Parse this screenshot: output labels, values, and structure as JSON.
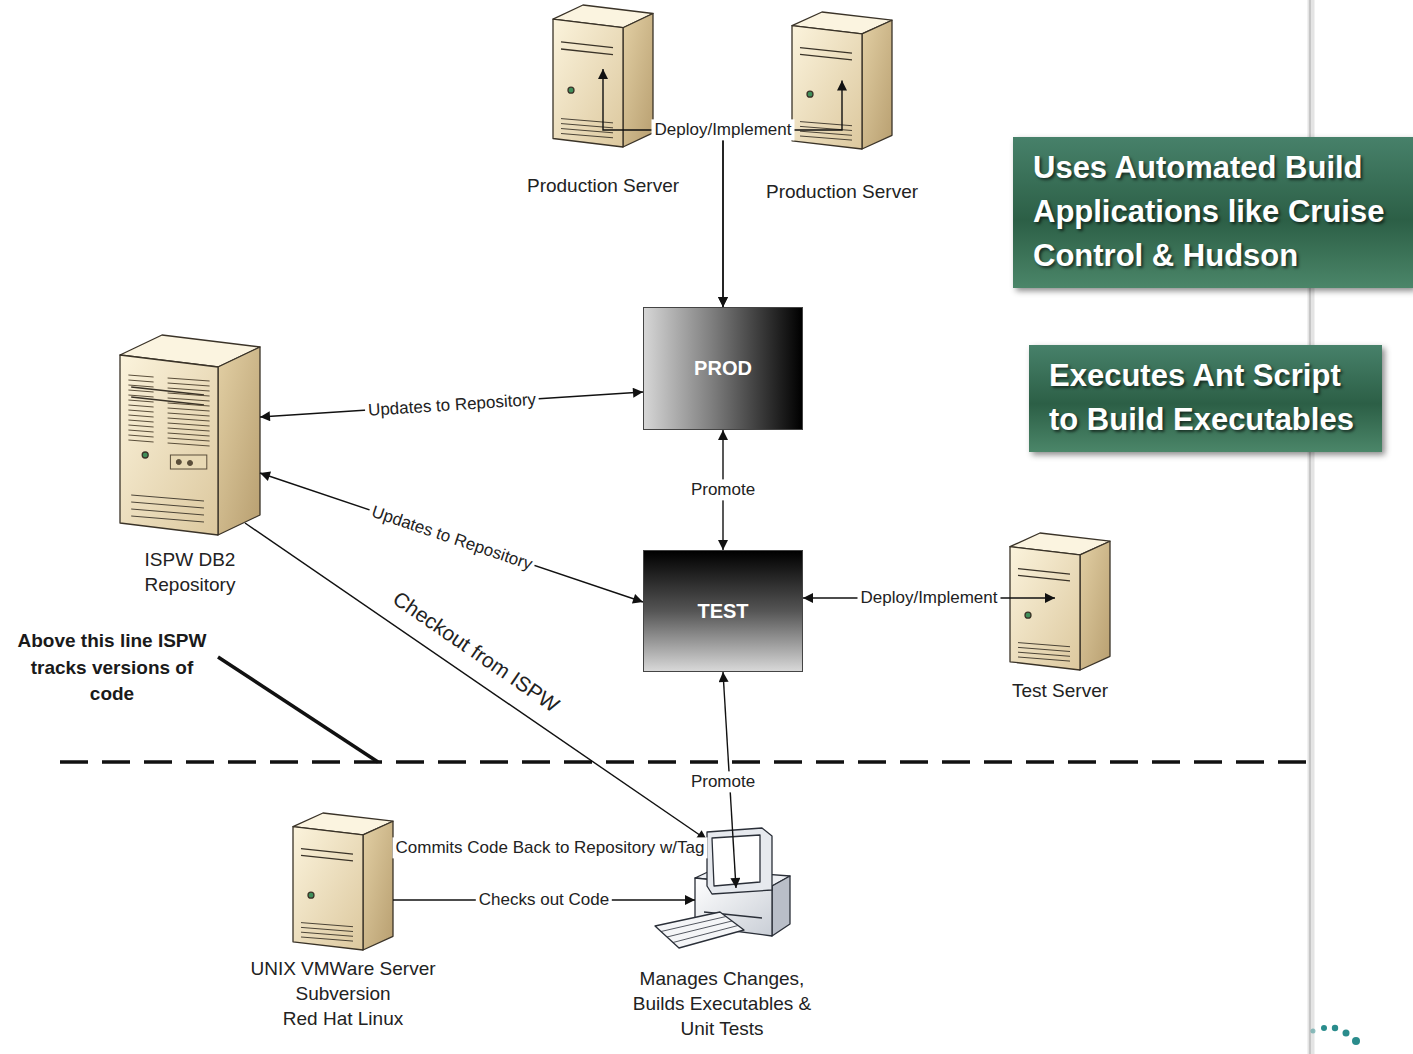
{
  "diagram": {
    "nodes": [
      {
        "text": [
          "Production Server"
        ]
      },
      {
        "text": [
          "Production Server"
        ]
      },
      {
        "text": [
          "Uses Automated Build Applications like Cruise Control & Hudson"
        ]
      },
      {
        "text": [
          "PROD"
        ]
      },
      {
        "text": [
          "Executes Ant Script to Build Executables"
        ]
      },
      {
        "text": [
          "ISPW DB2 Repository"
        ]
      },
      {
        "text": [
          "TEST"
        ]
      },
      {
        "text": [
          "Test Server"
        ]
      },
      {
        "text": [
          "UNIX VMWare Server",
          "Subversion",
          "Red Hat Linux"
        ]
      },
      {
        "text": [
          "Manages Changes, Builds Executables & Unit Tests"
        ]
      }
    ],
    "edges": [
      {
        "from": 3,
        "to": 0,
        "label": "Deploy/Implement",
        "arrow": "both"
      },
      {
        "from": 3,
        "to": 1,
        "arrow": "both"
      },
      {
        "from": 5,
        "to": 3,
        "label": "Updates to Repository",
        "arrow": "both"
      },
      {
        "from": 5,
        "to": 6,
        "label": "Updates to Repository",
        "arrow": "both"
      },
      {
        "from": 6,
        "to": 3,
        "label": "Promote",
        "arrow": "both"
      },
      {
        "from": 6,
        "to": 7,
        "label": "Deploy/Implement",
        "arrow": "both"
      },
      {
        "from": 5,
        "to": 9,
        "label": "Checkout from ISPW",
        "arrow": "to"
      },
      {
        "from": 9,
        "to": 6,
        "label": "Promote",
        "arrow": "both"
      },
      {
        "from": 9,
        "to": 8,
        "label": "Commits Code Back to Repository w/Tag",
        "arrow": "to"
      },
      {
        "from": 8,
        "to": 9,
        "label": "Checks out Code",
        "arrow": "to"
      }
    ],
    "labels": [
      "Above this line ISPW tracks versions of code"
    ]
  }
}
